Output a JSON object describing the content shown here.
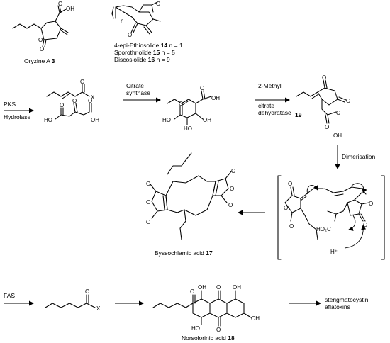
{
  "compounds": {
    "oryzine": {
      "name": "Oryzine A",
      "number": "3"
    },
    "ethiosolide": {
      "name": "4-epi-Ethiosolide",
      "number": "14",
      "n": "n = 1"
    },
    "sporothriolide": {
      "name": "Sporothriolide",
      "number": "15",
      "n": "n = 5"
    },
    "discosiolide": {
      "name": "Discosiolide",
      "number": "16",
      "n": "n = 9"
    },
    "anhydride": {
      "number": "19"
    },
    "byssochlamic": {
      "name": "Byssochlamic acid",
      "number": "17"
    },
    "norsolorinic": {
      "name": "Norsolorinic acid",
      "number": "18"
    }
  },
  "steps": {
    "pks": "PKS",
    "hydrolase": "Hydrolase",
    "citrate_1": "Citrate",
    "citrate_2": "synthase",
    "methylcitrate_1": "2-Methyl",
    "methylcitrate_2": "citrate",
    "methylcitrate_3": "dehydratase",
    "dimerisation": "Dimerisation",
    "fas": "FAS",
    "products_1": "sterigmatocystin,",
    "products_2": "aflatoxins"
  },
  "atoms": {
    "O": "O",
    "OH": "OH",
    "HO": "HO",
    "X": "X",
    "n": "n",
    "ho2c": "HO₂C",
    "hplus": "H⁺"
  }
}
